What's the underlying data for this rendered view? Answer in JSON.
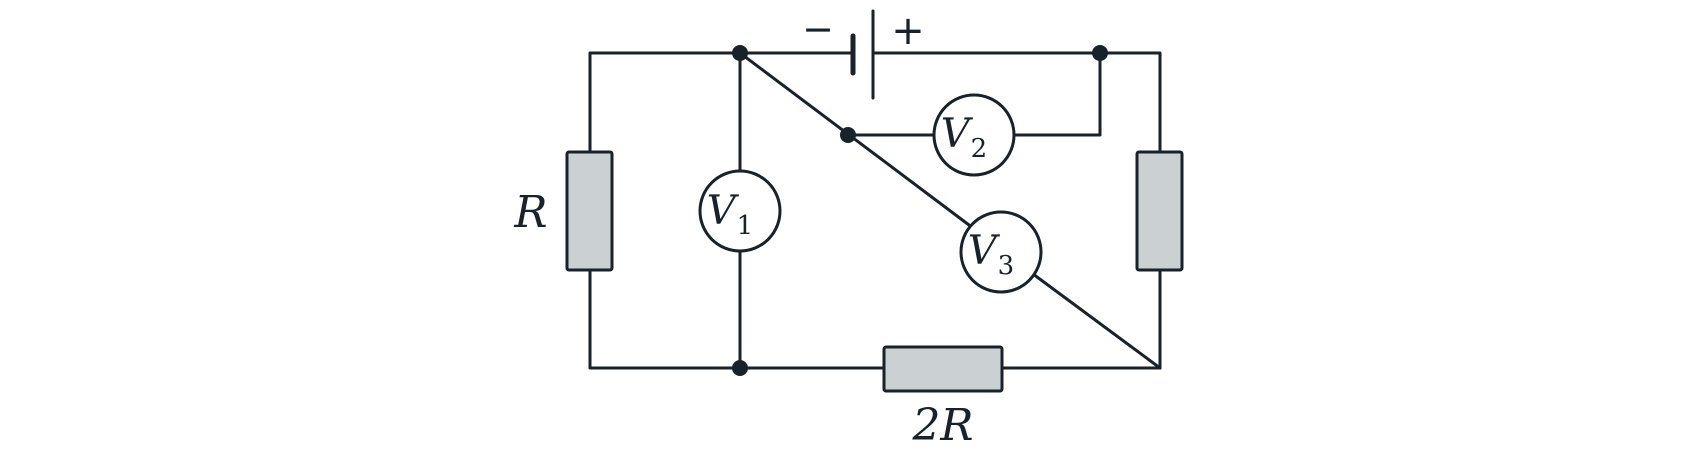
{
  "labels": {
    "resistor_left": "R",
    "resistor_bottom": "2R",
    "battery_minus": "−",
    "battery_plus": "+"
  },
  "voltmeters": [
    {
      "letter": "V",
      "subscript": "1"
    },
    {
      "letter": "V",
      "subscript": "2"
    },
    {
      "letter": "V",
      "subscript": "3"
    }
  ],
  "colors": {
    "wire": "#18222b",
    "resistor_fill": "#cbd0d3"
  }
}
